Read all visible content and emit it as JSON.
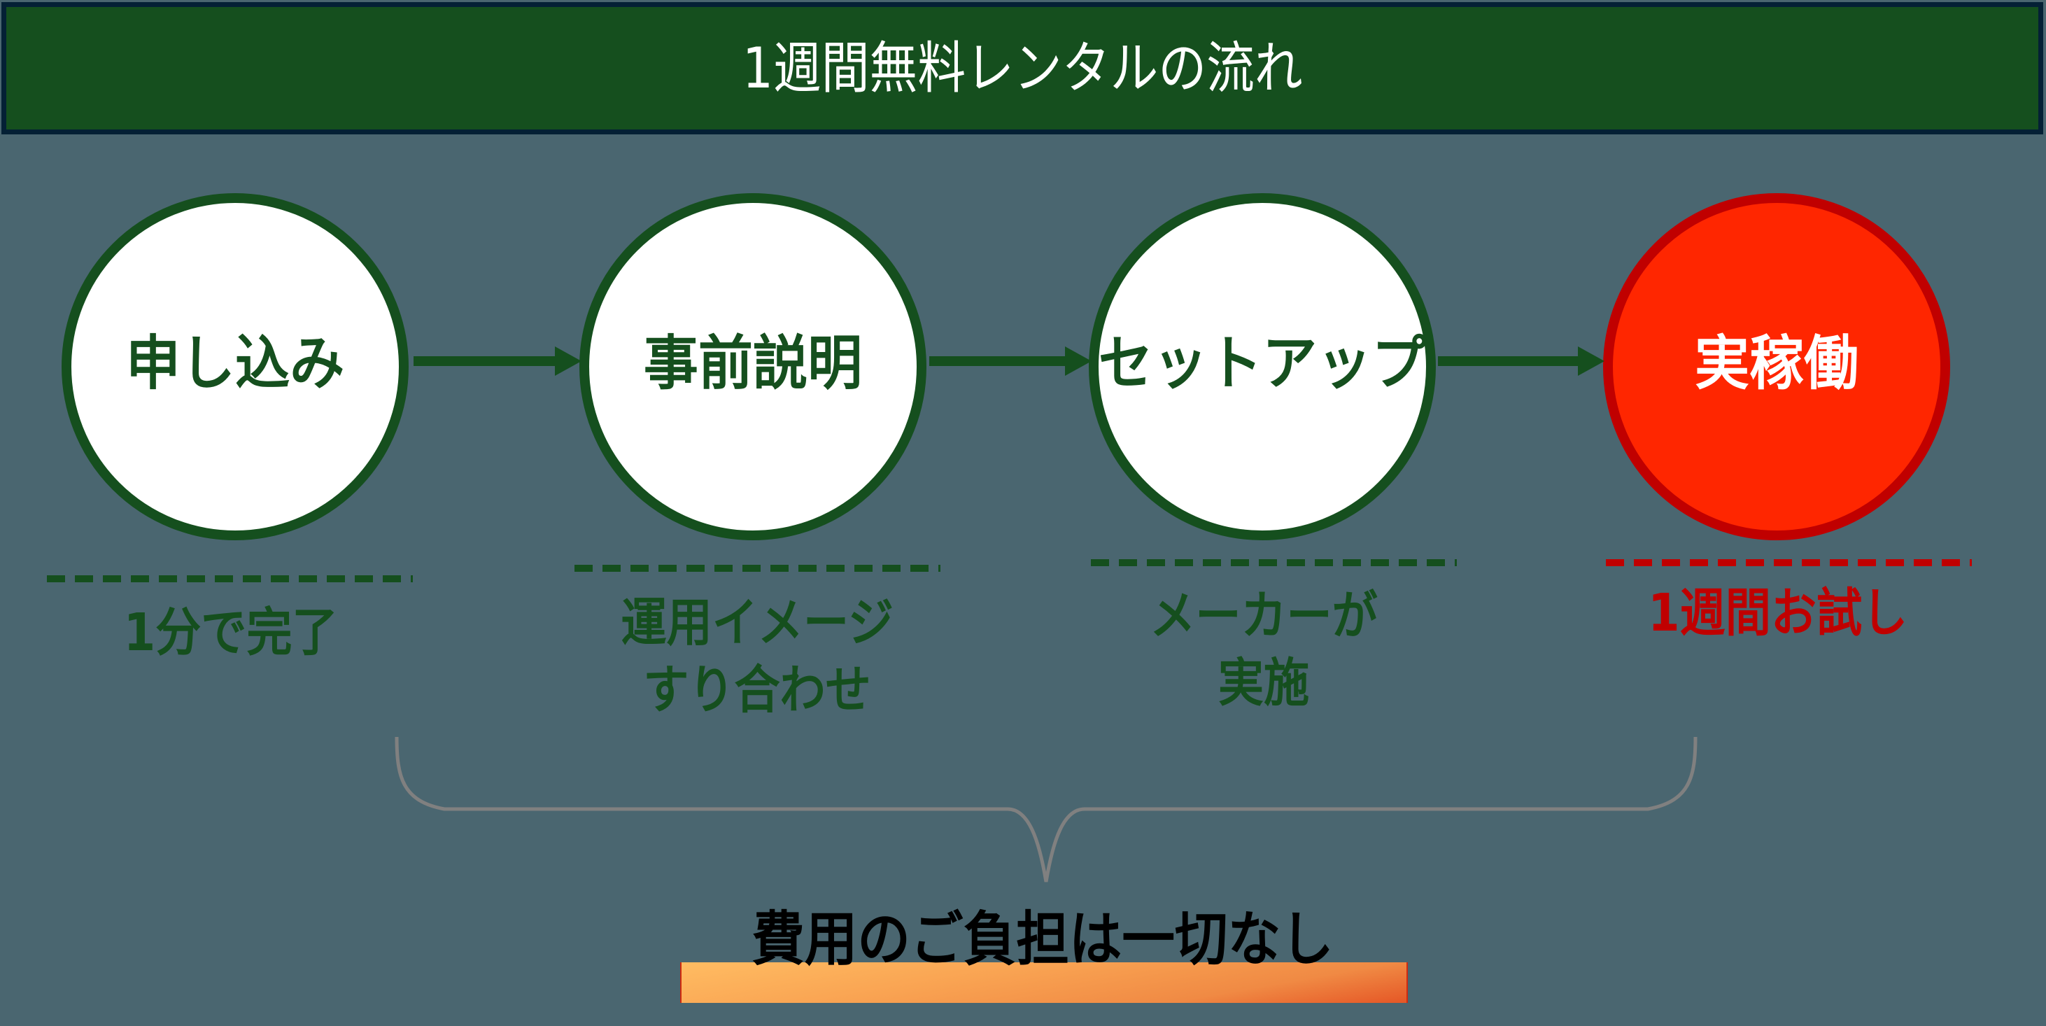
{
  "header": {
    "title": "1週間無料レンタルの流れ"
  },
  "steps": [
    {
      "label": "申し込み",
      "sub_lines": [
        "1分で完了"
      ],
      "active": false
    },
    {
      "label": "事前説明",
      "sub_lines": [
        "運用イメージ",
        "すり合わせ"
      ],
      "active": false
    },
    {
      "label": "セットアップ",
      "sub_lines": [
        "メーカーが",
        "実施"
      ],
      "active": false
    },
    {
      "label": "実稼働",
      "sub_lines": [
        "1週間お試し"
      ],
      "active": true
    }
  ],
  "summary": {
    "text": "費用のご負担は一切なし"
  },
  "colors": {
    "background": "#4A6670",
    "header_fill": "#154F1E",
    "header_border": "#042035",
    "primary_green": "#154F1E",
    "active_fill": "#FF2600",
    "active_border": "#C00000",
    "active_text": "#C00000",
    "brace": "#808080",
    "summary_bar_start": "#FFBC62",
    "summary_bar_end": "#E55726"
  }
}
